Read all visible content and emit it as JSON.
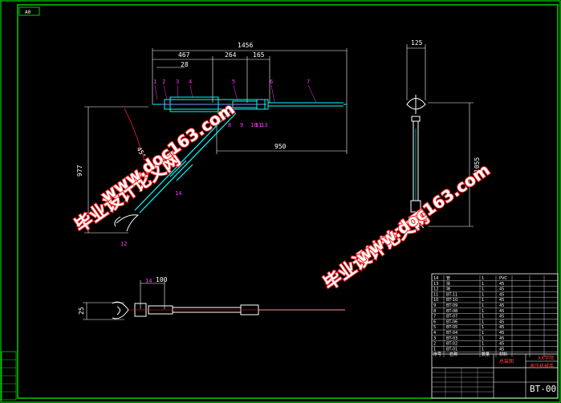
{
  "sheet": {
    "size_tag": "A0",
    "drawing_number": "BT-00"
  },
  "dimensions": {
    "overall_length": "1456",
    "seg_467": "467",
    "seg_28": "28",
    "seg_264": "264",
    "seg_165": "165",
    "top_width": "125",
    "height_977": "977",
    "length_950": "950",
    "angle": "45°",
    "height_1055": "1055",
    "bottom_100": "100",
    "bottom_25": "25"
  },
  "callouts": [
    "1",
    "2",
    "3",
    "4",
    "5",
    "6",
    "7",
    "8",
    "9",
    "10",
    "11",
    "12",
    "13",
    "14"
  ],
  "watermark": {
    "chinese": "毕业设计论文网",
    "url": "www.doc163.com"
  },
  "title_block": {
    "school": "XX学院",
    "title_red": "总装图",
    "subtitle": "液压机械手",
    "rows": [
      {
        "no": "14",
        "name": "管",
        "qty": "1",
        "mat": "PVC"
      },
      {
        "no": "13",
        "name": "块",
        "qty": "1",
        "mat": "45"
      },
      {
        "no": "12",
        "name": "块",
        "qty": "1",
        "mat": "45"
      },
      {
        "no": "11",
        "name": "BT-11",
        "qty": "1",
        "mat": "45"
      },
      {
        "no": "10",
        "name": "BT-10",
        "qty": "1",
        "mat": "45"
      },
      {
        "no": "9",
        "name": "BT-09",
        "qty": "1",
        "mat": "45"
      },
      {
        "no": "8",
        "name": "BT-08",
        "qty": "1",
        "mat": "45"
      },
      {
        "no": "7",
        "name": "BT-07",
        "qty": "1",
        "mat": "45"
      },
      {
        "no": "6",
        "name": "BT-06",
        "qty": "1",
        "mat": "45"
      },
      {
        "no": "5",
        "name": "BT-05",
        "qty": "1",
        "mat": "45"
      },
      {
        "no": "4",
        "name": "BT-04",
        "qty": "1",
        "mat": "45"
      },
      {
        "no": "3",
        "name": "BT-03",
        "qty": "1",
        "mat": "45"
      },
      {
        "no": "2",
        "name": "BT-02",
        "qty": "1",
        "mat": "45"
      },
      {
        "no": "1",
        "name": "BT-01",
        "qty": "1",
        "mat": "45"
      }
    ],
    "header": {
      "no": "序号",
      "name": "名称",
      "qty": "数量",
      "mat": "材料"
    }
  },
  "colors": {
    "frame": "#00ff00",
    "cyan": "#00ffff",
    "magenta": "#ff33ff",
    "red": "#ff2020",
    "white": "#ffffff"
  }
}
